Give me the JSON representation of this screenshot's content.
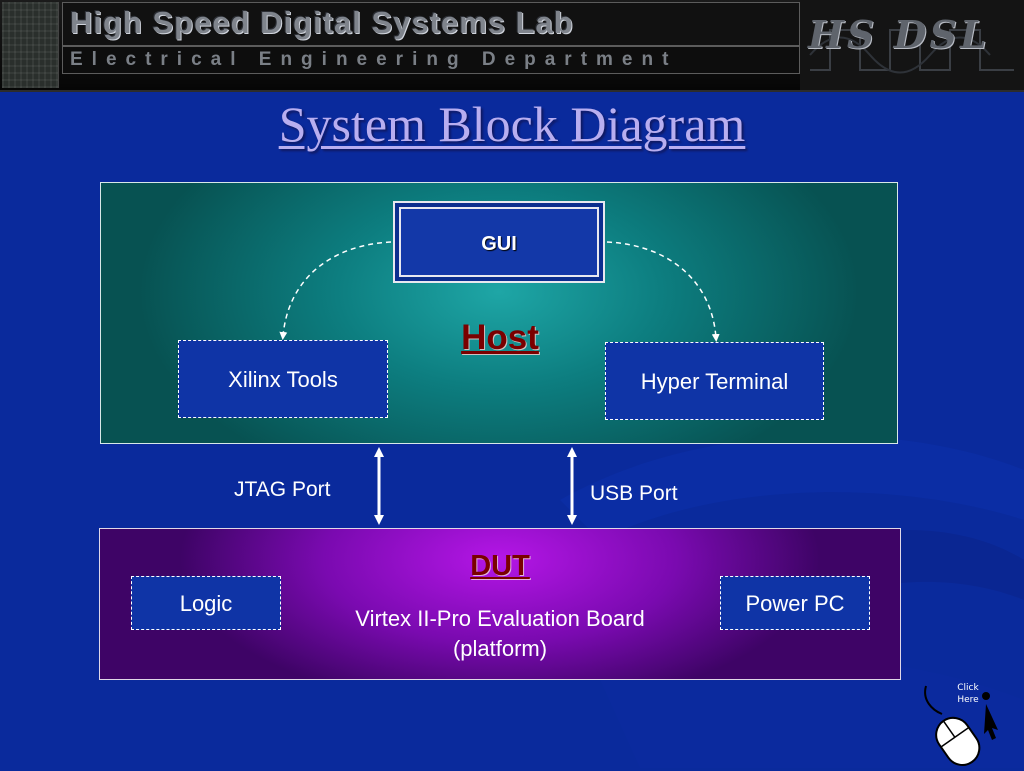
{
  "banner": {
    "title": "High Speed Digital Systems Lab",
    "subtitle": "Electrical Engineering Department",
    "logo": "HS DSL"
  },
  "slide": {
    "title": "System Block Diagram"
  },
  "host": {
    "label": "Host",
    "gui": "GUI",
    "left_tool": "Xilinx Tools",
    "right_tool": "Hyper Terminal"
  },
  "ports": {
    "left": "JTAG Port",
    "right": "USB Port"
  },
  "dut": {
    "label": "DUT",
    "left_block": "Logic",
    "right_block": "Power PC",
    "board_line1": "Virtex II-Pro Evaluation Board",
    "board_line2": "(platform)"
  },
  "nav": {
    "click_line1": "Click",
    "click_line2": "Here"
  },
  "colors": {
    "background": "#0a2a9c",
    "host_panel": "#0d7e80",
    "dut_panel": "#7a0ab0",
    "label_red": "#7a0000",
    "title_lavender": "#b8aef0"
  }
}
